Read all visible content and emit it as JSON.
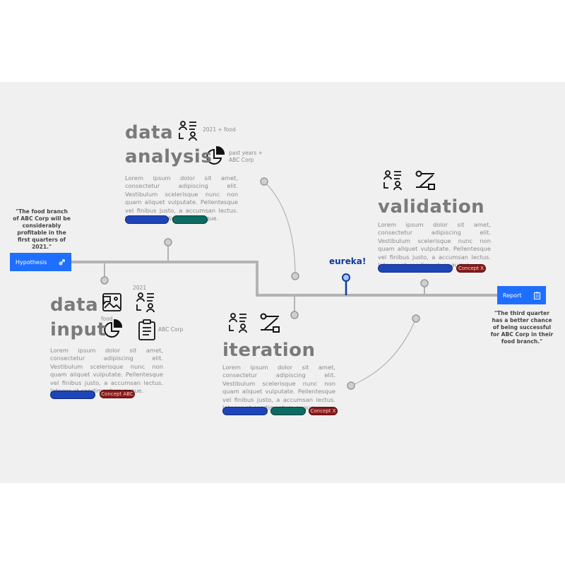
{
  "left_quote": "\"The food branch of ABC Corp will be considerably profitable in the first quarters of 2021.\"",
  "right_quote": "\"The third quarter has a better chance of being successful for ABC Corp in their food branch.\"",
  "hypothesis_button": {
    "label": "Hypothesis",
    "icon": "link-icon"
  },
  "report_button": {
    "label": "Report",
    "icon": "clipboard-icon"
  },
  "eureka": "eureka!",
  "lorem": "Lorem ipsum dolor sit amet, consectetur adipiscing elit. Vestibulum scelerisque nunc non quam aliquet vulputate. Pellentesque vel finibus justo, a accumsan lectus. Integer at condimentum augue.",
  "sections": {
    "data_analysis": {
      "title_line1": "data",
      "title_line2": "analysis",
      "tag1": "2021 + food",
      "tag2_line1": "past years +",
      "tag2_line2": "ABC Corp"
    },
    "data_input": {
      "title_line1": "data",
      "title_line2": "input",
      "tag_year": "2021",
      "tag_food": "food",
      "tag_company": "ABC Corp",
      "concept": "Concept ABC"
    },
    "validation": {
      "title": "validation",
      "concept": "Concept X"
    },
    "iteration": {
      "title": "iteration",
      "concept": "Concept X"
    }
  },
  "colors": {
    "background": "#f0f0f0",
    "button_blue": "#1f6fff",
    "pill_blue": "#1e45b8",
    "pill_teal": "#0e6b63",
    "pill_red": "#8a1a1a",
    "eureka_blue": "#103a9a",
    "line_gray": "#b3b3b3"
  }
}
